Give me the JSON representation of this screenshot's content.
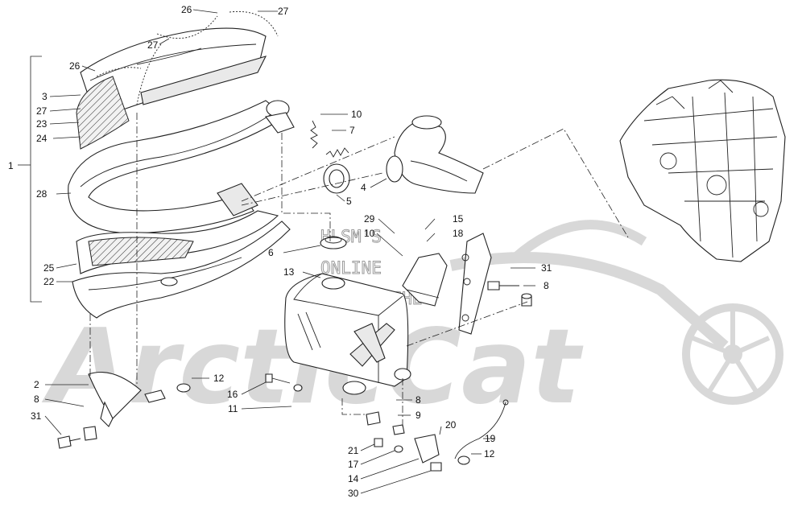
{
  "watermark": {
    "brand": "ArcticCat",
    "line1": "HLSM'S",
    "line2": "ONLINE",
    "line3": "MICROFICHE"
  },
  "assembly_label": "1",
  "callouts": [
    {
      "id": "c26a",
      "text": "26"
    },
    {
      "id": "c27a",
      "text": "27"
    },
    {
      "id": "c27b",
      "text": "27"
    },
    {
      "id": "c26b",
      "text": "26"
    },
    {
      "id": "c3",
      "text": "3"
    },
    {
      "id": "c27c",
      "text": "27"
    },
    {
      "id": "c23",
      "text": "23"
    },
    {
      "id": "c24",
      "text": "24"
    },
    {
      "id": "c28",
      "text": "28"
    },
    {
      "id": "c25",
      "text": "25"
    },
    {
      "id": "c22",
      "text": "22"
    },
    {
      "id": "c10a",
      "text": "10"
    },
    {
      "id": "c7",
      "text": "7"
    },
    {
      "id": "c4",
      "text": "4"
    },
    {
      "id": "c5",
      "text": "5"
    },
    {
      "id": "c29",
      "text": "29"
    },
    {
      "id": "c15",
      "text": "15"
    },
    {
      "id": "c10b",
      "text": "10"
    },
    {
      "id": "c18",
      "text": "18"
    },
    {
      "id": "c6",
      "text": "6"
    },
    {
      "id": "c13",
      "text": "13"
    },
    {
      "id": "c31a",
      "text": "31"
    },
    {
      "id": "c8a",
      "text": "8"
    },
    {
      "id": "c2",
      "text": "2"
    },
    {
      "id": "c8b",
      "text": "8"
    },
    {
      "id": "c31b",
      "text": "31"
    },
    {
      "id": "c12a",
      "text": "12"
    },
    {
      "id": "c16",
      "text": "16"
    },
    {
      "id": "c11",
      "text": "11"
    },
    {
      "id": "c8c",
      "text": "8"
    },
    {
      "id": "c9",
      "text": "9"
    },
    {
      "id": "c20",
      "text": "20"
    },
    {
      "id": "c19",
      "text": "19"
    },
    {
      "id": "c21",
      "text": "21"
    },
    {
      "id": "c17",
      "text": "17"
    },
    {
      "id": "c14",
      "text": "14"
    },
    {
      "id": "c12b",
      "text": "12"
    },
    {
      "id": "c30",
      "text": "30"
    }
  ]
}
